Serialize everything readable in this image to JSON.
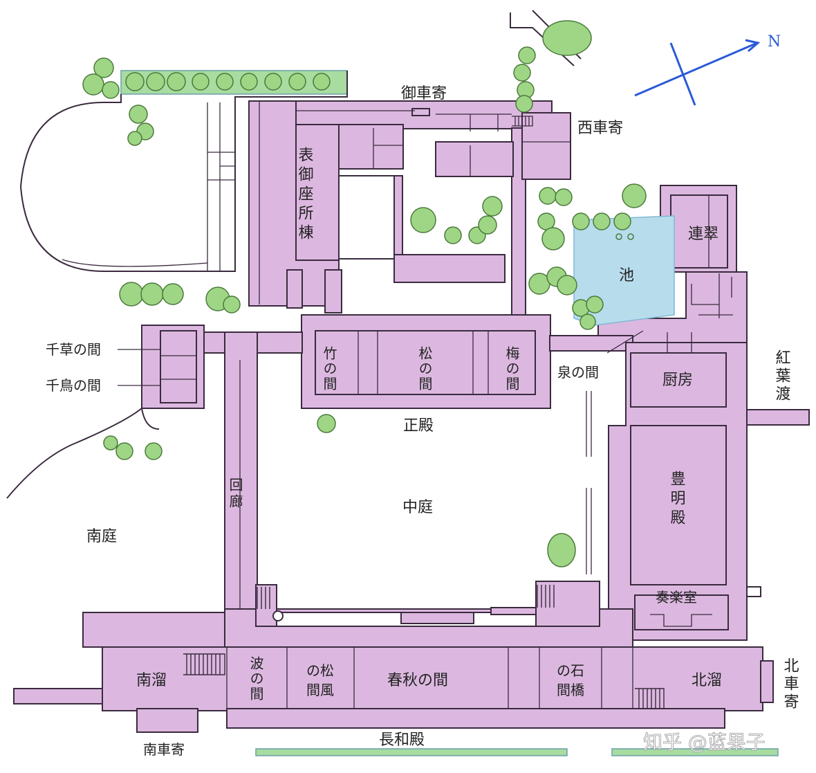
{
  "colors": {
    "building": "#dcb8e0",
    "tree": "#9fd686",
    "pond": "#b7dcec",
    "compass": "#2a5ad6"
  },
  "compass": {
    "label": "N",
    "icon": "north-arrow-icon"
  },
  "labels": {
    "omote_gozasho": "表御座所棟",
    "mikurumayose": "御車寄",
    "nishi_kurumayose": "西車寄",
    "rensui": "連翠",
    "ike": "池",
    "chigusa": "千草の間",
    "chidori": "千鳥の間",
    "take": "竹の間",
    "matsu": "松の間",
    "ume": "梅の間",
    "izumi": "泉の間",
    "chubo": "厨房",
    "koyo": "紅葉渡",
    "seiden": "正殿",
    "kairo": "回廊",
    "nakaniwa": "中庭",
    "nantei": "南庭",
    "homei": "豊明殿",
    "sogaku": "奏楽室",
    "nanryu": "南溜",
    "nami": "波の間",
    "matsukaze": "松風の間",
    "matsukaze_l1": "の松",
    "matsukaze_l2": "間風",
    "shunju": "春秋の間",
    "ishibashi": "石橋の間",
    "ishibashi_l1": "の石",
    "ishibashi_l2": "間橋",
    "hokuryu": "北溜",
    "kita_kurumayose": "北車寄",
    "minami_kurumayose": "南車寄",
    "chowa": "長和殿"
  },
  "watermark": "知乎 @蓝果子"
}
